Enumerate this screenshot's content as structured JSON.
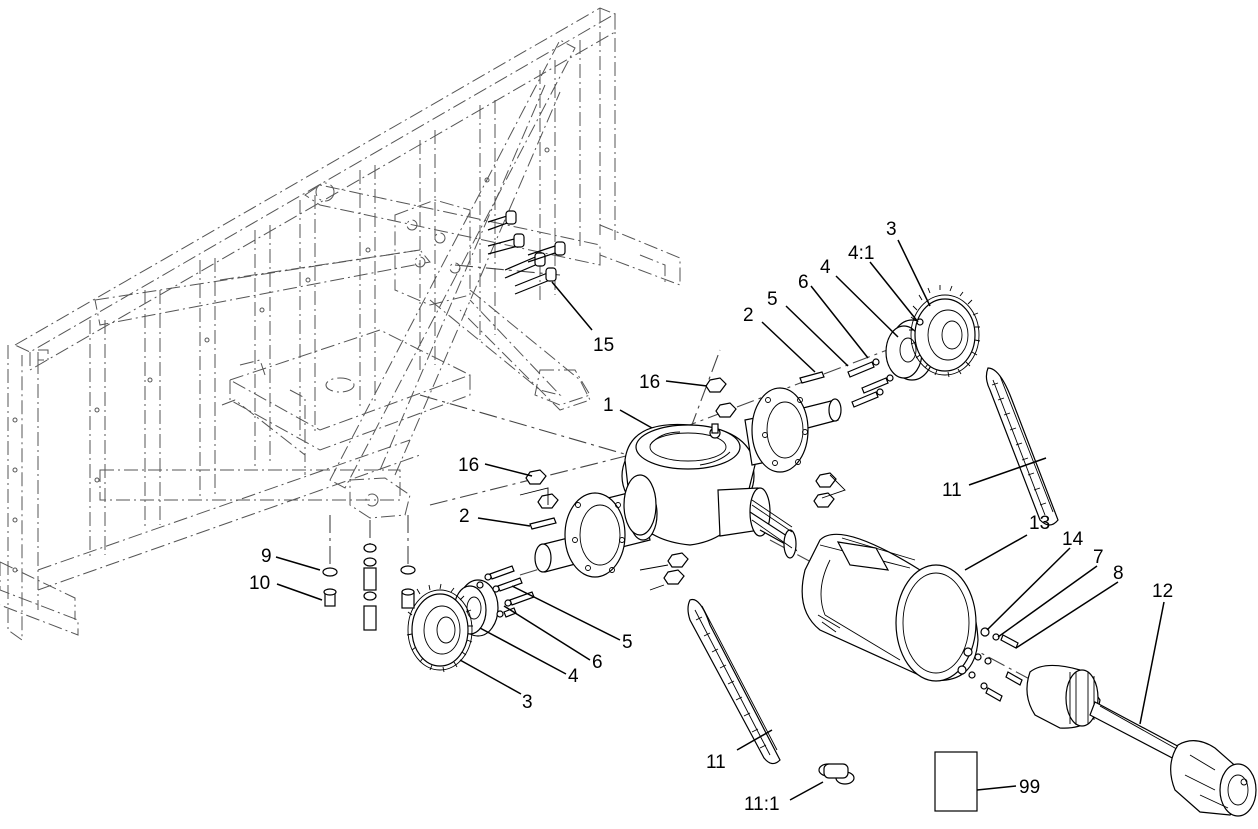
{
  "callouts": [
    {
      "id": "c3a",
      "text": "3"
    },
    {
      "id": "c41",
      "text": "4:1"
    },
    {
      "id": "c4a",
      "text": "4"
    },
    {
      "id": "c6a",
      "text": "6"
    },
    {
      "id": "c5a",
      "text": "5"
    },
    {
      "id": "c2a",
      "text": "2"
    },
    {
      "id": "c15",
      "text": "15"
    },
    {
      "id": "c16a",
      "text": "16"
    },
    {
      "id": "c1",
      "text": "1"
    },
    {
      "id": "c16b",
      "text": "16"
    },
    {
      "id": "c2b",
      "text": "2"
    },
    {
      "id": "c9",
      "text": "9"
    },
    {
      "id": "c10",
      "text": "10"
    },
    {
      "id": "c5b",
      "text": "5"
    },
    {
      "id": "c6b",
      "text": "6"
    },
    {
      "id": "c4b",
      "text": "4"
    },
    {
      "id": "c3b",
      "text": "3"
    },
    {
      "id": "c11a",
      "text": "11"
    },
    {
      "id": "c13",
      "text": "13"
    },
    {
      "id": "c14",
      "text": "14"
    },
    {
      "id": "c7",
      "text": "7"
    },
    {
      "id": "c8",
      "text": "8"
    },
    {
      "id": "c12",
      "text": "12"
    },
    {
      "id": "c11b",
      "text": "11"
    },
    {
      "id": "c111",
      "text": "11:1"
    },
    {
      "id": "c99",
      "text": "99"
    }
  ]
}
